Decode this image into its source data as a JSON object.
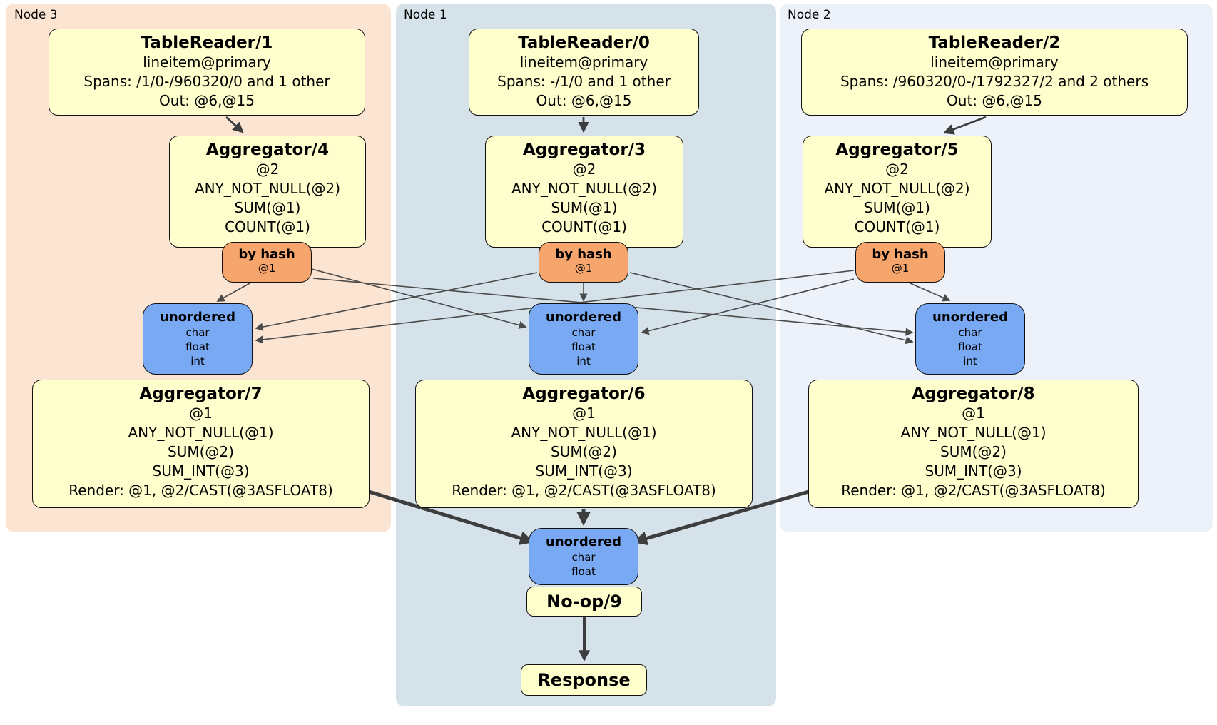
{
  "colors": {
    "panel-node3": "#fce4d3",
    "panel-node1": "#d5e2ea",
    "panel-node2": "#ecf1fa",
    "box-yellow": "#ffffcd",
    "router-orange": "#f6a56c",
    "sync-blue": "#79a9f2",
    "box-border": "#111111",
    "edge-thin": "#4a4a4a",
    "edge-thick": "#3d3d3d"
  },
  "nodes": {
    "node3": {
      "label": "Node 3",
      "table_reader": {
        "title": "TableReader/1",
        "index": "lineitem@primary",
        "spans": "Spans: /1/0-/960320/0 and 1 other",
        "out": "Out: @6,@15"
      },
      "aggregator": {
        "title": "Aggregator/4",
        "group": "@2",
        "fn1": "ANY_NOT_NULL(@2)",
        "fn2": "SUM(@1)",
        "fn3": "COUNT(@1)"
      },
      "router": {
        "title": "by hash",
        "key": "@1"
      },
      "sync": {
        "title": "unordered",
        "types": [
          "char",
          "float",
          "int"
        ]
      },
      "final_aggregator": {
        "title": "Aggregator/7",
        "group": "@1",
        "fn1": "ANY_NOT_NULL(@1)",
        "fn2": "SUM(@2)",
        "fn3": "SUM_INT(@3)",
        "render": "Render: @1, @2/CAST(@3ASFLOAT8)"
      }
    },
    "node1": {
      "label": "Node 1",
      "table_reader": {
        "title": "TableReader/0",
        "index": "lineitem@primary",
        "spans": "Spans: -/1/0 and 1 other",
        "out": "Out: @6,@15"
      },
      "aggregator": {
        "title": "Aggregator/3",
        "group": "@2",
        "fn1": "ANY_NOT_NULL(@2)",
        "fn2": "SUM(@1)",
        "fn3": "COUNT(@1)"
      },
      "router": {
        "title": "by hash",
        "key": "@1"
      },
      "sync": {
        "title": "unordered",
        "types": [
          "char",
          "float",
          "int"
        ]
      },
      "final_aggregator": {
        "title": "Aggregator/6",
        "group": "@1",
        "fn1": "ANY_NOT_NULL(@1)",
        "fn2": "SUM(@2)",
        "fn3": "SUM_INT(@3)",
        "render": "Render: @1, @2/CAST(@3ASFLOAT8)"
      },
      "merge_sync": {
        "title": "unordered",
        "types": [
          "char",
          "float"
        ]
      },
      "noop": {
        "title": "No-op/9"
      },
      "response": {
        "title": "Response"
      }
    },
    "node2": {
      "label": "Node 2",
      "table_reader": {
        "title": "TableReader/2",
        "index": "lineitem@primary",
        "spans": "Spans: /960320/0-/1792327/2 and 2 others",
        "out": "Out: @6,@15"
      },
      "aggregator": {
        "title": "Aggregator/5",
        "group": "@2",
        "fn1": "ANY_NOT_NULL(@2)",
        "fn2": "SUM(@1)",
        "fn3": "COUNT(@1)"
      },
      "router": {
        "title": "by hash",
        "key": "@1"
      },
      "sync": {
        "title": "unordered",
        "types": [
          "char",
          "float",
          "int"
        ]
      },
      "final_aggregator": {
        "title": "Aggregator/8",
        "group": "@1",
        "fn1": "ANY_NOT_NULL(@1)",
        "fn2": "SUM(@2)",
        "fn3": "SUM_INT(@3)",
        "render": "Render: @1, @2/CAST(@3ASFLOAT8)"
      }
    }
  }
}
